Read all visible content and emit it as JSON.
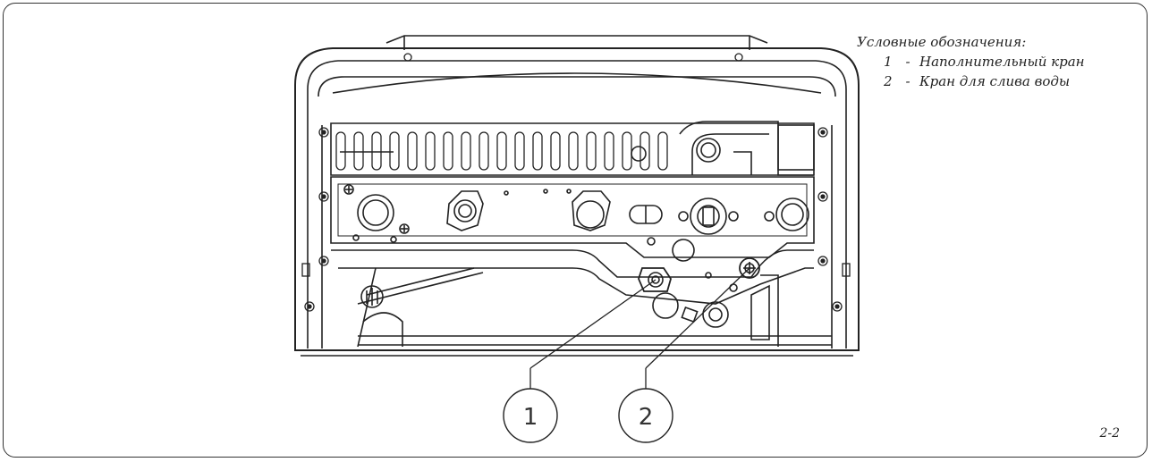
{
  "legend": {
    "title": "Условные обозначения:",
    "items": [
      {
        "num": "1",
        "dash": "-",
        "label": "Наполнительный кран"
      },
      {
        "num": "2",
        "dash": "-",
        "label": "Кран для слива воды"
      }
    ]
  },
  "callouts": [
    {
      "num": "1"
    },
    {
      "num": "2"
    }
  ],
  "figure_number": "2-2",
  "colors": {
    "line": "#222222",
    "background": "#ffffff"
  }
}
